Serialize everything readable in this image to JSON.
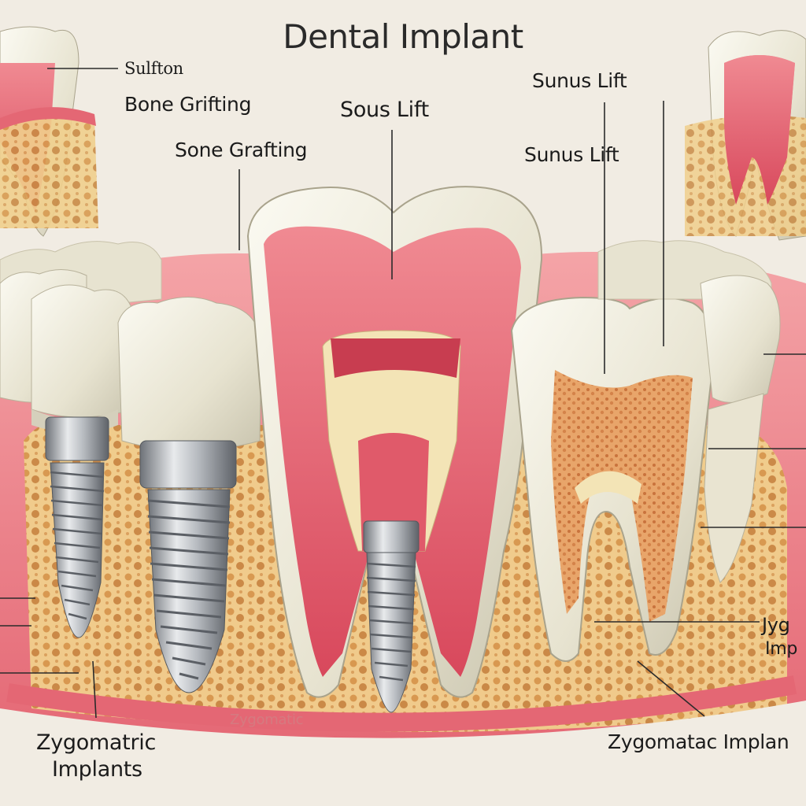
{
  "title": "Dental Implant",
  "labels": {
    "sulfton": "Sulfton",
    "bone_grafting_1": "Bone Grifting",
    "bone_grafting_2": "Sone Grafting",
    "sinus_lift_center": "Sous Lift",
    "sinus_lift_top_right": "Sunus Lift",
    "sinus_lift_right": "Sunus Lift",
    "zygomatic_left_1": "Zygomatric",
    "zygomatic_left_2": "Implants",
    "zygomatic_right_1": "Jyg",
    "zygomatic_right_2": "Imp",
    "zygomatic_bottom_right": "Zygomatac Implan",
    "faded_bone_text": "Zygomatic"
  },
  "colors": {
    "background": "#f1ece3",
    "enamel": "#ecead9",
    "gum": "#e9707a",
    "pulp": "#e05a6a",
    "dentin": "#f3e4b6",
    "bone": "#ecc98a",
    "metal": "#a9adb2"
  }
}
